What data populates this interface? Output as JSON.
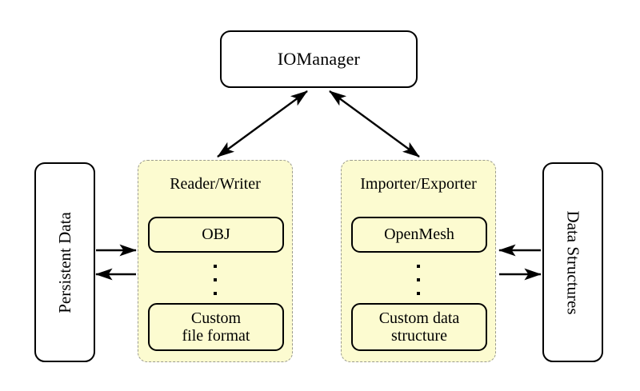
{
  "diagram": {
    "title_node": {
      "label": "IOManager"
    },
    "left_store": {
      "label": "Persistent Data",
      "orientation": "rotated-up"
    },
    "right_store": {
      "label": "Data Structures",
      "orientation": "rotated-down"
    },
    "panels": [
      {
        "id": "reader-writer",
        "title": "Reader/Writer",
        "top_item": "OBJ",
        "ellipsis": "⋮",
        "bottom_item_line1": "Custom",
        "bottom_item_line2": "file format"
      },
      {
        "id": "importer-exporter",
        "title": "Importer/Exporter",
        "top_item": "OpenMesh",
        "ellipsis": "⋮",
        "bottom_item_line1": "Custom data",
        "bottom_item_line2": "structure"
      }
    ],
    "edges": [
      {
        "name": "manager-to-reader-writer",
        "style": "double-headed"
      },
      {
        "name": "manager-to-importer-exporter",
        "style": "double-headed"
      },
      {
        "name": "persistent-data-to-reader-writer",
        "style": "single-headed-right"
      },
      {
        "name": "reader-writer-to-persistent-data",
        "style": "single-headed-left"
      },
      {
        "name": "importer-exporter-to-data-structures",
        "style": "single-headed-right"
      },
      {
        "name": "data-structures-to-importer-exporter",
        "style": "single-headed-left"
      }
    ],
    "colors": {
      "panel_fill": "#fcfbd0",
      "panel_border": "#9b9b8f",
      "stroke": "#000000",
      "background": "#ffffff"
    }
  }
}
